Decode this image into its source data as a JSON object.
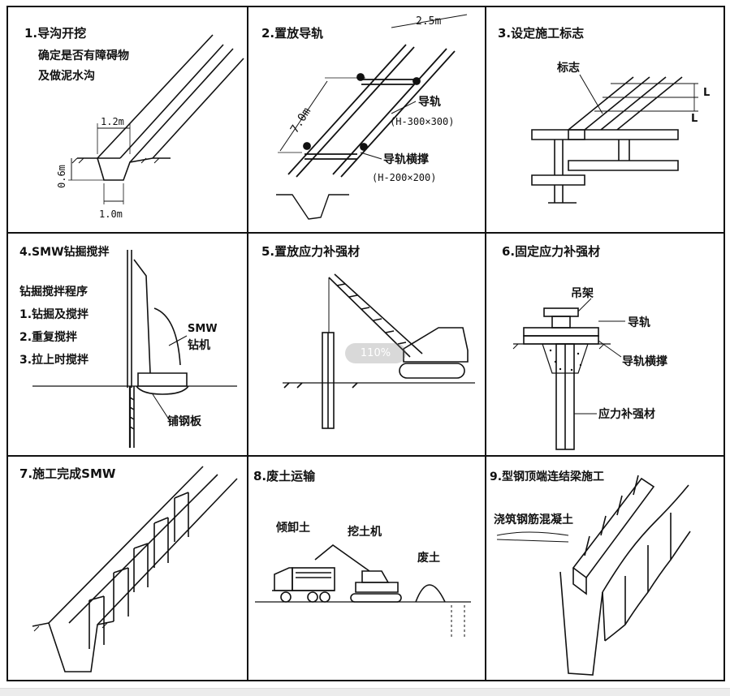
{
  "viewer": {
    "zoom_label": "110%"
  },
  "panels": [
    {
      "title": "1.导沟开挖",
      "notes": [
        "确定是否有障碍物",
        "及做泥水沟"
      ],
      "dims": {
        "top_width": "1.2m",
        "depth": "0.6m",
        "bottom_width": "1.0m"
      }
    },
    {
      "title": "2.置放导轨",
      "dims": {
        "span": "2.5m",
        "length": "7.0m"
      },
      "callouts": [
        {
          "name": "导轨",
          "spec": "(H-300×300)"
        },
        {
          "name": "导轨横撑",
          "spec": "(H-200×200)"
        }
      ]
    },
    {
      "title": "3.设定施工标志",
      "callouts": [
        "标志"
      ],
      "dims": {
        "spacing_a": "L",
        "spacing_b": "L"
      }
    },
    {
      "title": "4.SMW钻掘搅拌",
      "subtitle": "钻掘搅拌程序",
      "steps": [
        "1.钻掘及搅拌",
        "2.重复搅拌",
        "3.拉上时搅拌"
      ],
      "callouts": [
        "SMW",
        "钻机",
        "铺钢板"
      ]
    },
    {
      "title": "5.置放应力补强材"
    },
    {
      "title": "6.固定应力补强材",
      "callouts": [
        "吊架",
        "导轨",
        "导轨横撑",
        "应力补强材"
      ]
    },
    {
      "title": "7.施工完成SMW"
    },
    {
      "title": "8.废土运输",
      "callouts": [
        "倾卸土",
        "挖土机",
        "废土"
      ]
    },
    {
      "title": "9.型钢顶端连结梁施工",
      "callouts": [
        "浇筑钢筋混凝土"
      ]
    }
  ]
}
